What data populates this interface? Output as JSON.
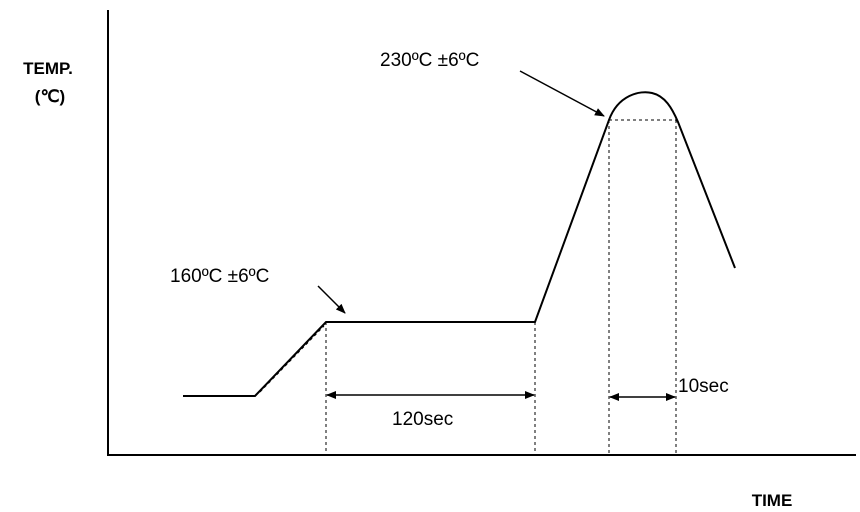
{
  "y_axis_title": "TEMP.",
  "y_axis_unit": "(℃)",
  "x_axis_title": "TIME",
  "preheat_label": "160ºC ±6ºC",
  "peak_label": "230ºC ±6ºC",
  "preheat_duration_label": "120sec",
  "peak_duration_label": "10sec",
  "colors": {
    "line": "#000000",
    "background": "#ffffff"
  }
}
